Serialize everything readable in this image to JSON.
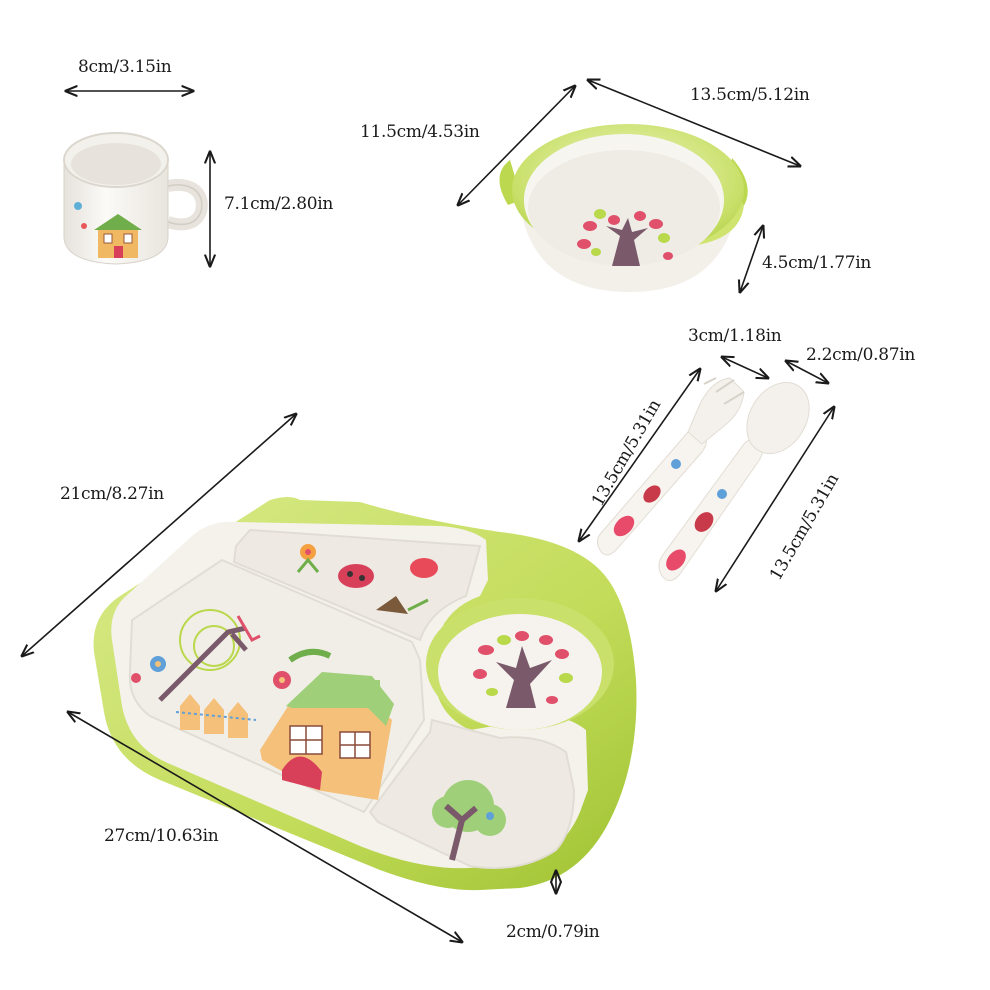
{
  "dimensions": {
    "cup_width": "8cm/3.15in",
    "cup_height": "7.1cm/2.80in",
    "bowl_diameter": "11.5cm/4.53in",
    "bowl_width_with_handles": "13.5cm/5.12in",
    "bowl_height": "4.5cm/1.77in",
    "fork_head_width": "3cm/1.18in",
    "spoon_head_width": "2.2cm/0.87in",
    "fork_length": "13.5cm/5.31in",
    "spoon_length": "13.5cm/5.31in",
    "plate_depth": "21cm/8.27in",
    "plate_length": "27cm/10.63in",
    "plate_height": "2cm/0.79in"
  },
  "colors": {
    "rim_green": "#b9d84a",
    "rim_light": "#e3efb0",
    "body_white": "#f6f3ee",
    "line": "#1a1a1a"
  }
}
